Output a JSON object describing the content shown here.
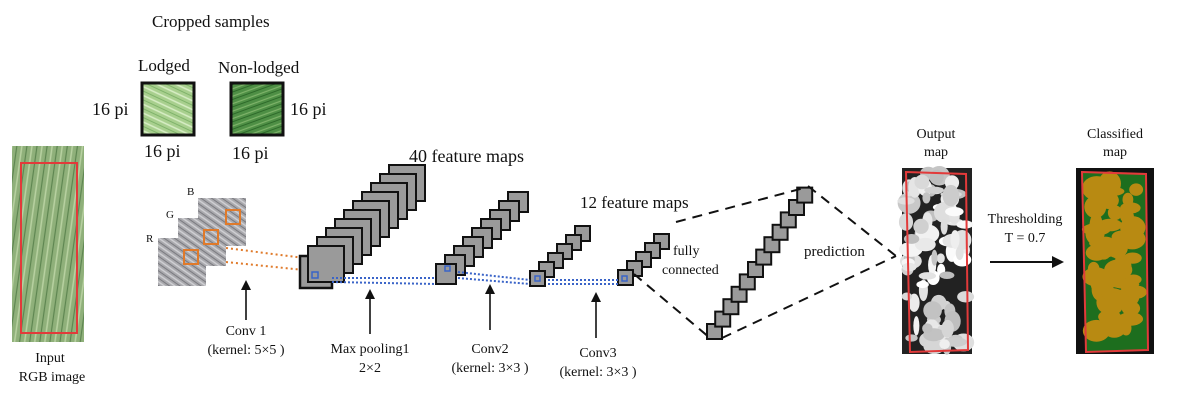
{
  "title": "Cropped samples",
  "samples": {
    "lodged_label": "Lodged",
    "nonlodged_label": "Non-lodged",
    "size_left": "16 pi",
    "size_right": "16 pi",
    "size_bottom_lodged": "16 pi",
    "size_bottom_nonlodged": "16 pi"
  },
  "input": {
    "line1": "Input",
    "line2": "RGB image"
  },
  "channels": {
    "b": "B",
    "g": "G",
    "r": "R"
  },
  "feature_maps": {
    "conv1_maps": "40 feature maps",
    "conv3_maps": "12 feature maps"
  },
  "layers": {
    "conv1": {
      "line1": "Conv 1",
      "line2": "(kernel: 5×5 )"
    },
    "pool1": {
      "line1": "Max pooling1",
      "line2": "2×2"
    },
    "conv2": {
      "line1": "Conv2",
      "line2": "(kernel: 3×3 )"
    },
    "conv3": {
      "line1": "Conv3",
      "line2": "(kernel: 3×3 )"
    },
    "fc": {
      "line1": "fully",
      "line2": "connected"
    },
    "prediction": "prediction"
  },
  "output": {
    "line1": "Output",
    "line2": "map"
  },
  "threshold": {
    "line1": "Thresholding",
    "line2": "T = 0.7"
  },
  "classified": {
    "line1": "Classified",
    "line2": "map"
  },
  "colors": {
    "lodged_green": "#a8cf8e",
    "nonlodged_green": "#4e8f45",
    "map_red": "#e23a3a",
    "feature_gray": "#9a9a9a",
    "class_green": "#1d6e1e",
    "class_ochre": "#b88a12",
    "dotted_blue": "#3a64c8",
    "dotted_orange": "#e07a2a"
  }
}
